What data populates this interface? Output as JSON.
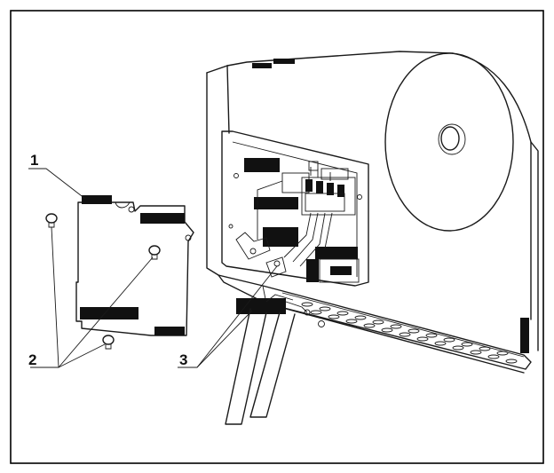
{
  "figure": {
    "callouts": [
      {
        "id": "1",
        "label": "1",
        "target": "cover-plate"
      },
      {
        "id": "2",
        "label": "2",
        "target": "screws"
      },
      {
        "id": "3",
        "label": "3",
        "target": "cable"
      }
    ],
    "colors": {
      "line": "#1a1a1a",
      "fill": "#ffffff",
      "redaction": "#111111",
      "frame": "#000000"
    }
  }
}
